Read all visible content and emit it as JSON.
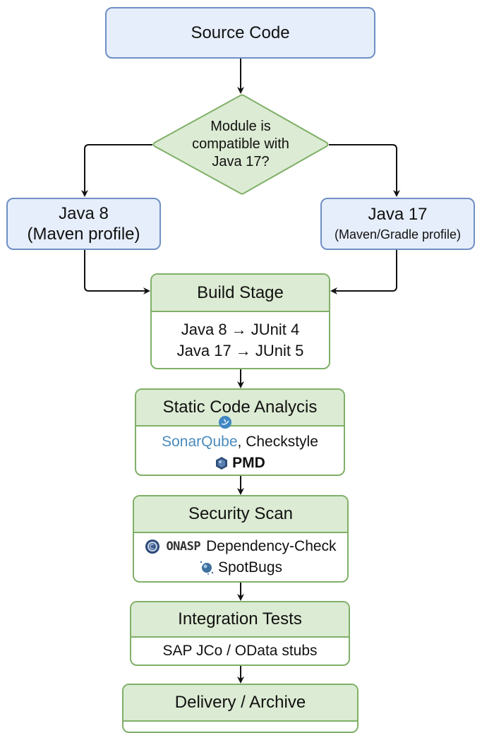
{
  "diagram": {
    "type": "flowchart",
    "colors": {
      "blue_fill": "#e6eefb",
      "blue_border": "#6f8fc4",
      "green_fill": "#dcebd3",
      "green_border": "#7fb068",
      "sonarqube_blue": "#4a8bbd",
      "arrow": "#111111"
    },
    "nodes": {
      "source": {
        "label": "Source Code"
      },
      "decision": {
        "lines": [
          "Module is",
          "compatible with",
          "Java 17?"
        ]
      },
      "java8": {
        "title": "Java 8",
        "subtitle": "(Maven profile)"
      },
      "java17": {
        "title": "Java 17",
        "subtitle": "(Maven/Gradle profile)"
      },
      "build": {
        "title": "Build Stage",
        "lines": [
          "Java 8 → JUnit 4",
          "Java 17 → JUnit 5"
        ]
      },
      "static": {
        "title": "Static Code Analycis",
        "tool_sonar": "SonarQube",
        "tool_sep": ",",
        "tool_checkstyle": "Checkstyle",
        "tool_pmd": "PMD",
        "icons": [
          "sonarqube-icon",
          "pmd-icon"
        ]
      },
      "security": {
        "title": "Security Scan",
        "owasp_label": "ONASP",
        "tool_depcheck": "Dependency-Check",
        "tool_spotbugs": "SpotBugs",
        "icons": [
          "owasp-icon",
          "spotbugs-icon"
        ]
      },
      "integration": {
        "title": "Integration Tests",
        "detail": "SAP JCo / OData stubs"
      },
      "delivery": {
        "title": "Delivery / Archive"
      }
    },
    "edges": [
      {
        "from": "source",
        "to": "decision"
      },
      {
        "from": "decision",
        "to": "java8"
      },
      {
        "from": "decision",
        "to": "java17"
      },
      {
        "from": "java8",
        "to": "build"
      },
      {
        "from": "java17",
        "to": "build"
      },
      {
        "from": "build",
        "to": "static"
      },
      {
        "from": "static",
        "to": "security"
      },
      {
        "from": "security",
        "to": "integration"
      },
      {
        "from": "integration",
        "to": "delivery"
      }
    ]
  }
}
